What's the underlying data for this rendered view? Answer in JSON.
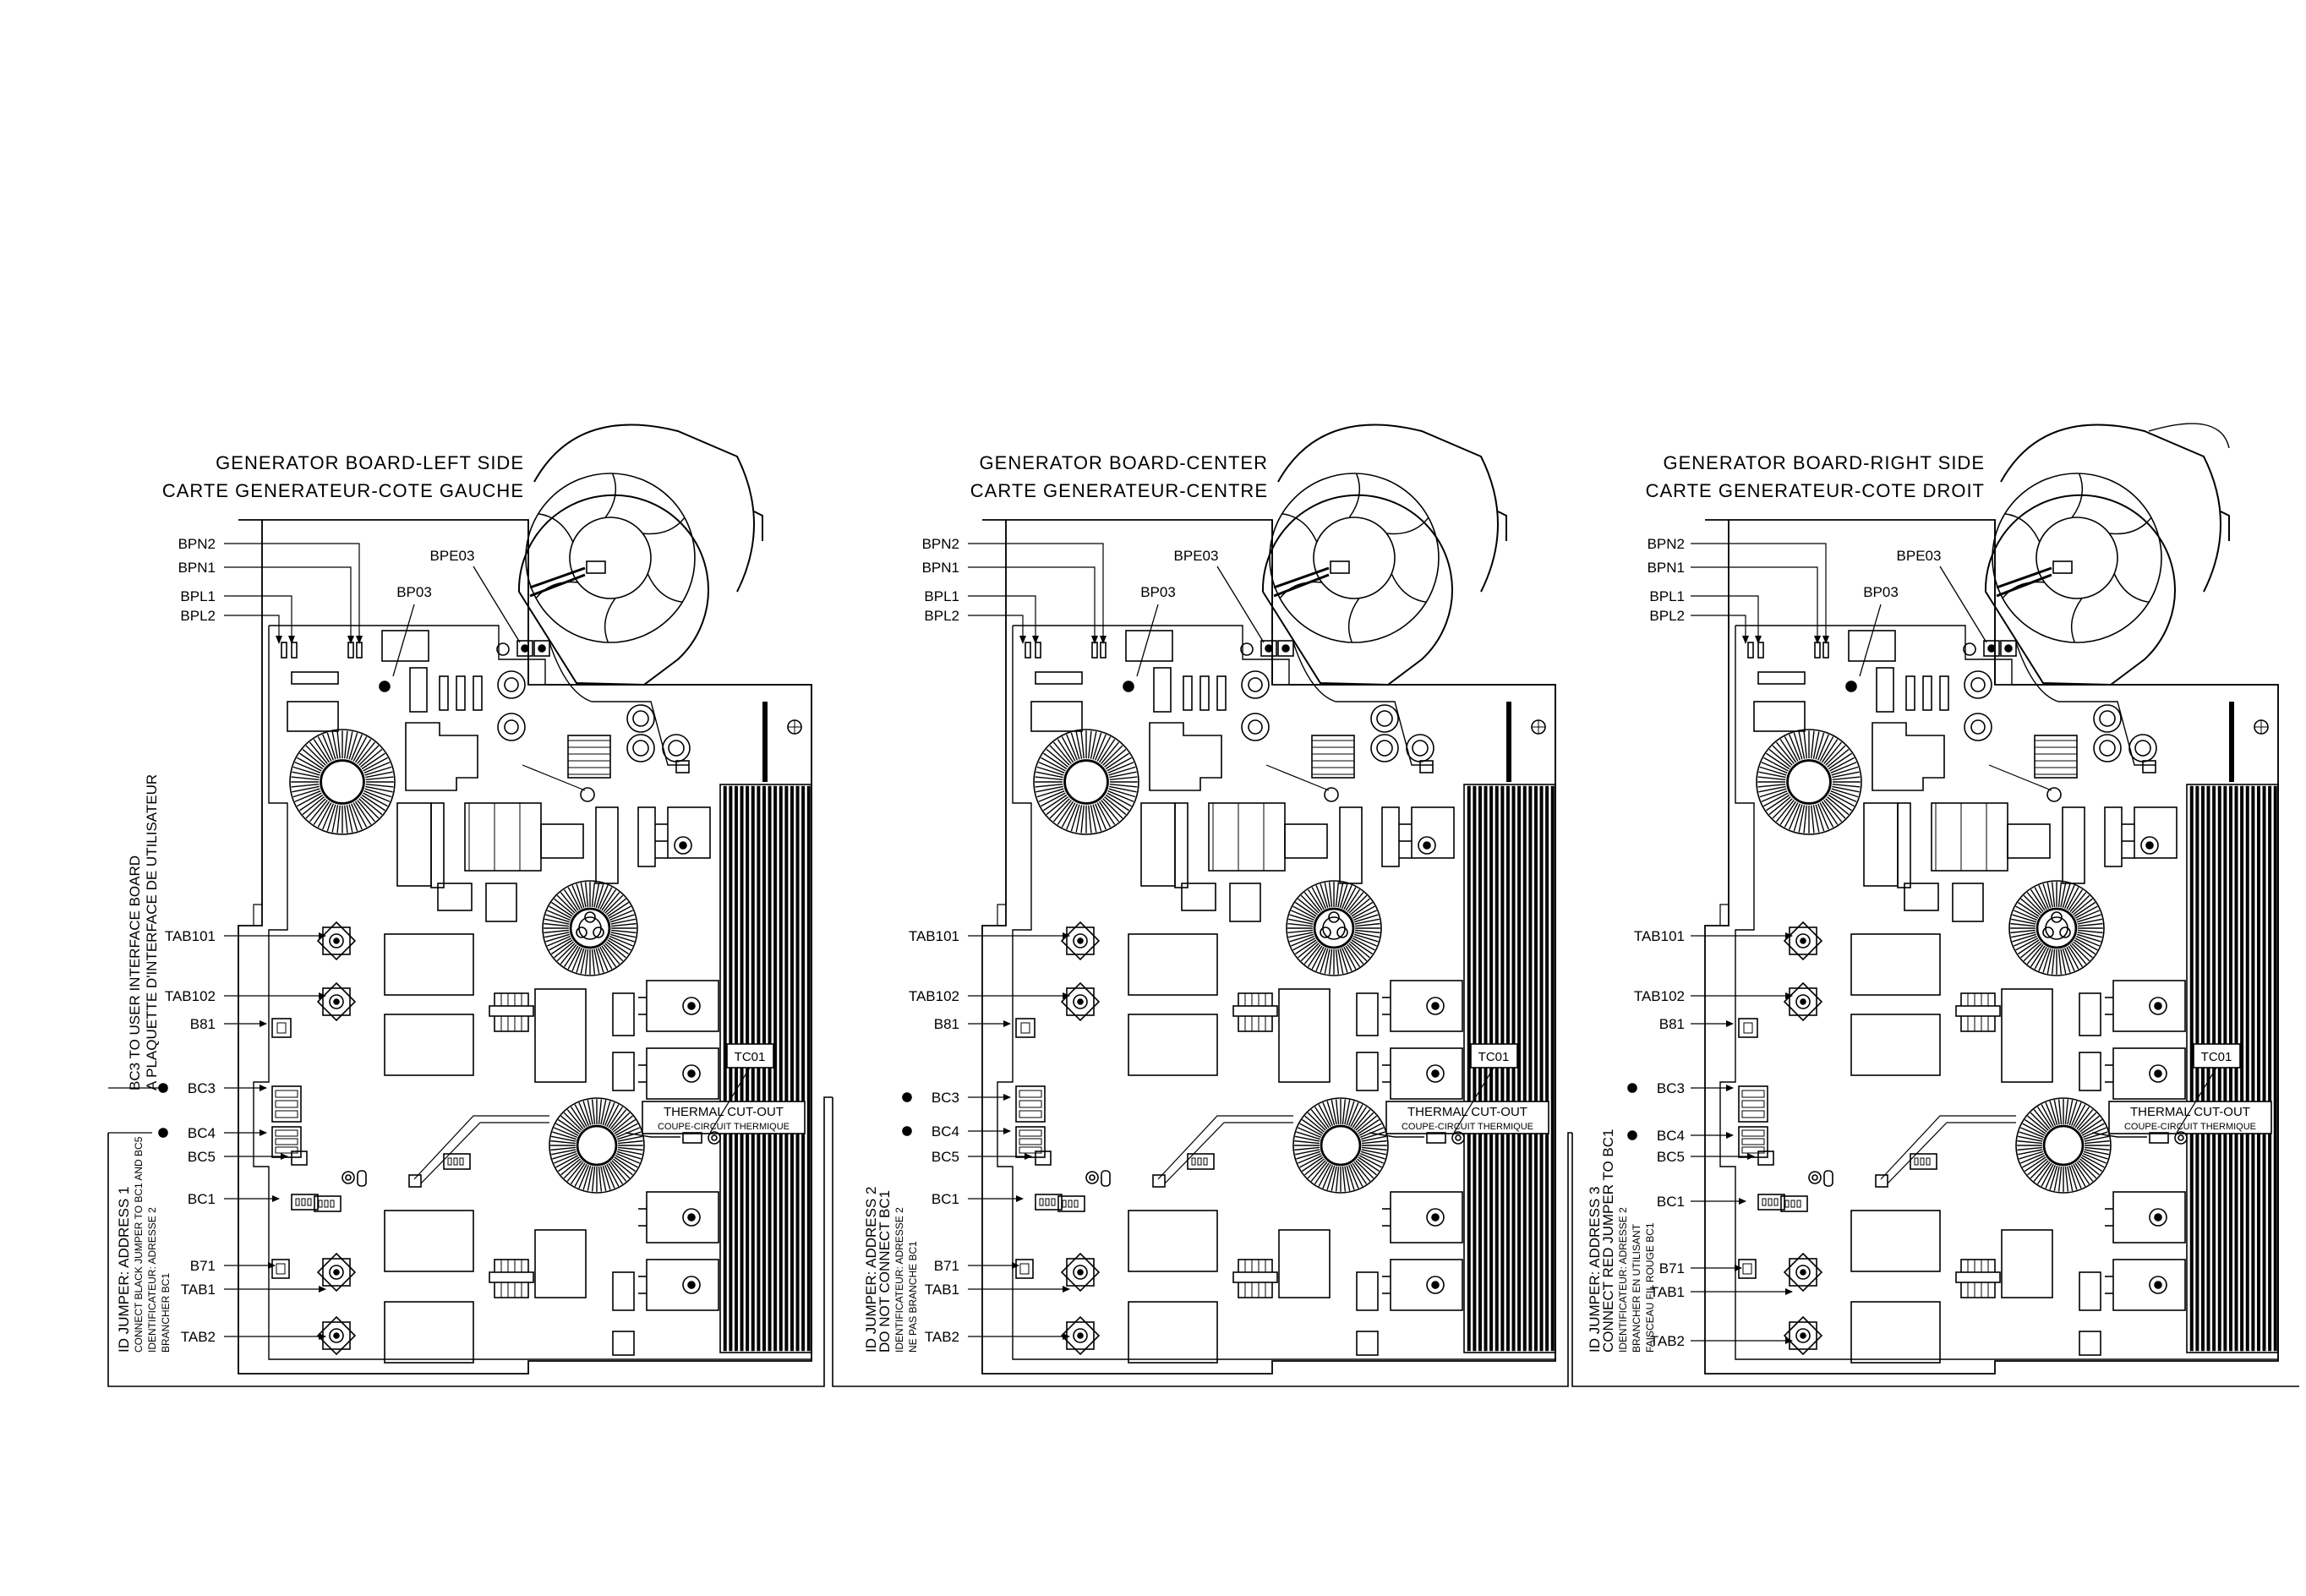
{
  "colors": {
    "ink": "#000000",
    "paper": "#ffffff"
  },
  "boards": [
    {
      "title_en": "GENERATOR BOARD-LEFT SIDE",
      "title_fr": "CARTE GENERATEUR-COTE GAUCHE",
      "thermal_en": "THERMAL CUT-OUT",
      "thermal_fr": "COUPE-CIRCUIT THERMIQUE",
      "tc_label": "TC01",
      "bpe03": "BPE03",
      "bp03": "BP03",
      "jumper_lines": [
        "ID JUMPER: ADDRESS 1",
        "CONNECT BLACK JUMPER TO BC1 AND BC5",
        "IDENTIFICATEUR: ADRESSE 2",
        "BRANCHER BC1"
      ]
    },
    {
      "title_en": "GENERATOR BOARD-CENTER",
      "title_fr": "CARTE GENERATEUR-CENTRE",
      "thermal_en": "THERMAL CUT-OUT",
      "thermal_fr": "COUPE-CIRCUIT THERMIQUE",
      "tc_label": "TC01",
      "bpe03": "BPE03",
      "bp03": "BP03",
      "jumper_lines": [
        "ID JUMPER: ADDRESS 2",
        "DO NOT CONNECT BC1",
        "IDENTIFICATEUR: ADRESSE 2",
        "NE PAS BRANCHE BC1"
      ]
    },
    {
      "title_en": "GENERATOR BOARD-RIGHT SIDE",
      "title_fr": "CARTE GENERATEUR-COTE DROIT",
      "thermal_en": "THERMAL CUT-OUT",
      "thermal_fr": "COUPE-CIRCUIT THERMIQUE",
      "tc_label": "TC01",
      "bpe03": "BPE03",
      "bp03": "BP03",
      "jumper_lines": [
        "ID JUMPER: ADDRESS 3",
        "CONNECT RED JUMPER TO BC1",
        "IDENTIFICATEUR: ADRESSE 2",
        "BRANCHER EN UTILISANT",
        "FAISCEAU FIL ROUGE BC1"
      ]
    }
  ],
  "left_labels": [
    "BPN2",
    "BPN1",
    "BPL1",
    "BPL2",
    "TAB101",
    "TAB102",
    "B81",
    "BC3",
    "BC4",
    "BC5",
    "BC1",
    "B71",
    "TAB1",
    "TAB2"
  ],
  "bc3_note_en": "BC3 TO USER INTERFACE BOARD",
  "bc3_note_fr": "A PLAQUETTE D'INTERFACE DE UTILISATEUR"
}
